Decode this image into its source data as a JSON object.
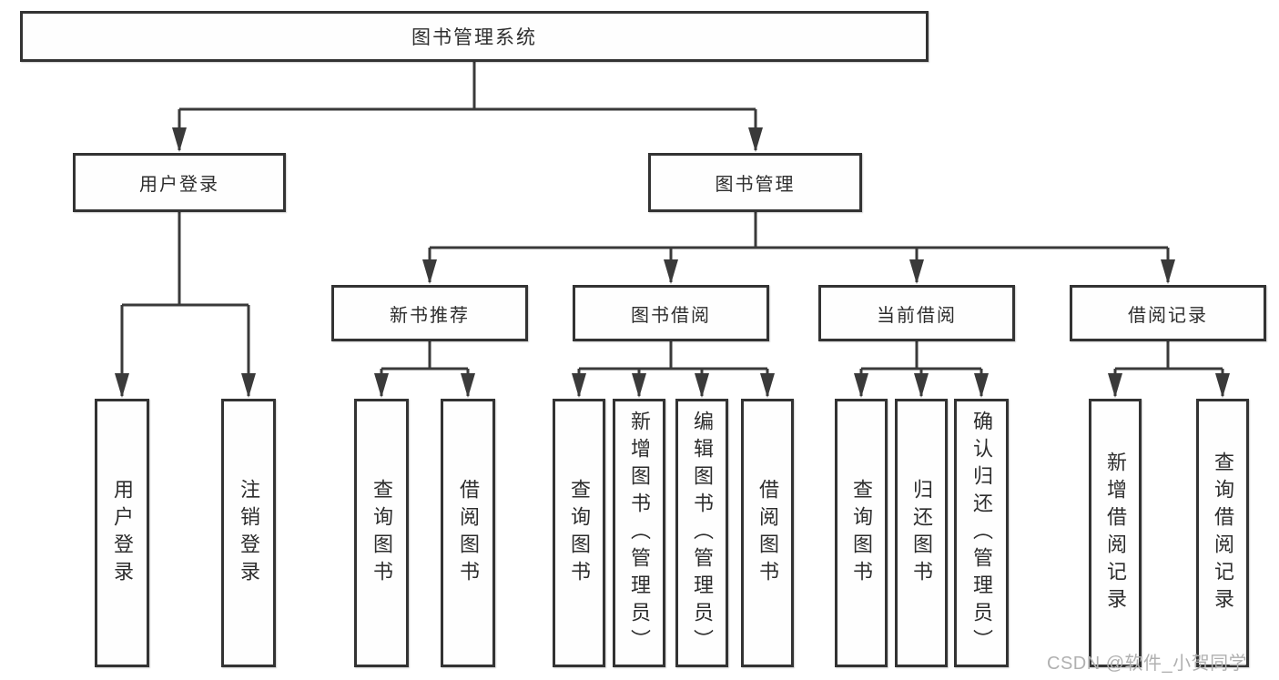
{
  "tree": {
    "label": "图书管理系统",
    "children": [
      {
        "label": "用户登录",
        "children": [
          {
            "label": "用户登录"
          },
          {
            "label": "注销登录"
          }
        ]
      },
      {
        "label": "图书管理",
        "children": [
          {
            "label": "新书推荐",
            "children": [
              {
                "label": "查询图书"
              },
              {
                "label": "借阅图书"
              }
            ]
          },
          {
            "label": "图书借阅",
            "children": [
              {
                "label": "查询图书"
              },
              {
                "label": "新增图书（管理员）"
              },
              {
                "label": "编辑图书（管理员）"
              },
              {
                "label": "借阅图书"
              }
            ]
          },
          {
            "label": "当前借阅",
            "children": [
              {
                "label": "查询图书"
              },
              {
                "label": "归还图书"
              },
              {
                "label": "确认归还（管理员）"
              }
            ]
          },
          {
            "label": "借阅记录",
            "children": [
              {
                "label": "新增借阅记录"
              },
              {
                "label": "查询借阅记录"
              }
            ]
          }
        ]
      }
    ]
  },
  "watermark": {
    "text": "CSDN @软件_小贺同学"
  },
  "colors": {
    "line": "#3a3a3a",
    "box_border": "#333333",
    "text": "#2d2d2d",
    "watermark": "#b0b0b0",
    "background": "#ffffff"
  }
}
